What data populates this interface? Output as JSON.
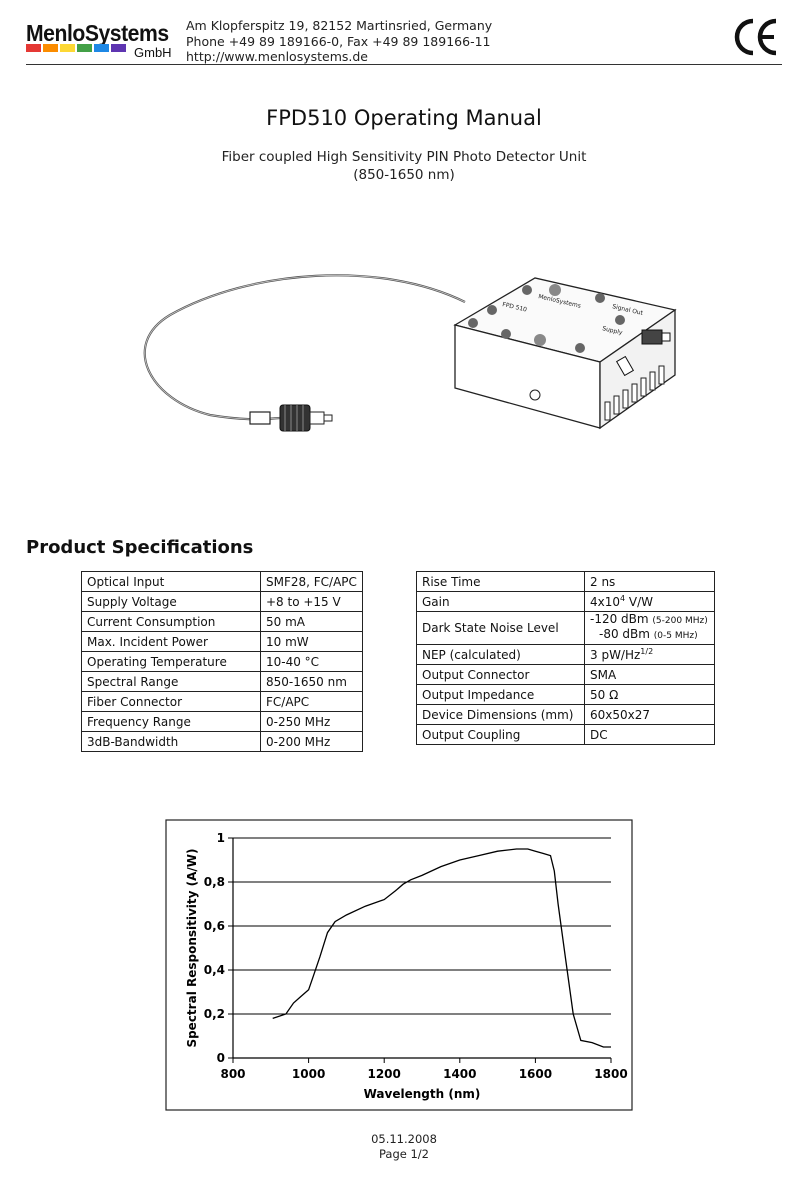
{
  "header": {
    "logo_main": "MenloSystems",
    "logo_sub": "GmbH",
    "address": "Am Klopferspitz 19, 82152 Martinsried, Germany",
    "phone": "Phone +49 89 189166-0, Fax +49 89 189166-11",
    "website": "http://www.menlosystems.de",
    "ce_mark": "CE"
  },
  "title": "FPD510 Operating Manual",
  "subtitle_line1": "Fiber coupled High Sensitivity PIN Photo Detector Unit",
  "subtitle_line2": "(850-1650 nm)",
  "product_image": {
    "device_label": "MenloSystems",
    "model_label": "FPD 510",
    "signal_out_label": "Signal Out",
    "supply_label": "Supply"
  },
  "section_title": "Product Specifications",
  "spec_left": [
    {
      "key": "Optical Input",
      "value": "SMF28, FC/APC"
    },
    {
      "key": "Supply Voltage",
      "value": "+8 to +15 V"
    },
    {
      "key": "Current Consumption",
      "value": "50 mA"
    },
    {
      "key": "Max. Incident Power",
      "value": "10 mW"
    },
    {
      "key": "Operating Temperature",
      "value": "10-40 °C"
    },
    {
      "key": "Spectral Range",
      "value": "850-1650 nm"
    },
    {
      "key": "Fiber Connector",
      "value": "FC/APC"
    },
    {
      "key": "Frequency Range",
      "value": "0-250 MHz"
    },
    {
      "key": "3dB-Bandwidth",
      "value": "0-200 MHz"
    }
  ],
  "spec_right": {
    "rise_time": {
      "key": "Rise Time",
      "value": "2 ns"
    },
    "gain": {
      "key": "Gain",
      "value_main": "4x10",
      "value_exp": "4",
      "value_unit": " V/W"
    },
    "noise": {
      "key": "Dark State Noise Level",
      "value1": "-120 dBm",
      "value1_range": "(5-200 MHz)",
      "value2": "-80 dBm",
      "value2_range": "(0-5 MHz)"
    },
    "nep": {
      "key": "NEP (calculated)",
      "value_main": "3 pW/Hz",
      "value_exp": "1/2"
    },
    "output_connector": {
      "key": "Output Connector",
      "value": "SMA"
    },
    "output_impedance": {
      "key": "Output Impedance",
      "value": "50 Ω"
    },
    "dimensions": {
      "key": "Device Dimensions (mm)",
      "value": "60x50x27"
    },
    "coupling": {
      "key": "Output Coupling",
      "value": "DC"
    }
  },
  "chart_data": {
    "type": "line",
    "xlabel": "Wavelength (nm)",
    "ylabel": "Spectral Responsitivity (A/W)",
    "xlim": [
      800,
      1800
    ],
    "ylim": [
      0,
      1
    ],
    "x_ticks": [
      "800",
      "1000",
      "1200",
      "1400",
      "1600",
      "1800"
    ],
    "y_ticks": [
      "0",
      "0,2",
      "0,4",
      "0,6",
      "0,8",
      "1"
    ],
    "grid": "horizontal",
    "line_color": "#000000",
    "series": [
      {
        "x": [
          905,
          940,
          960,
          980,
          1000,
          1010,
          1030,
          1050,
          1070,
          1100,
          1150,
          1200,
          1230,
          1250,
          1270,
          1300,
          1350,
          1400,
          1450,
          1500,
          1550,
          1580,
          1600,
          1620,
          1640,
          1650,
          1660,
          1680,
          1700,
          1720,
          1750,
          1780,
          1800
        ],
        "y": [
          0.18,
          0.2,
          0.25,
          0.28,
          0.31,
          0.36,
          0.46,
          0.57,
          0.62,
          0.65,
          0.69,
          0.72,
          0.76,
          0.79,
          0.81,
          0.83,
          0.87,
          0.9,
          0.92,
          0.94,
          0.95,
          0.95,
          0.94,
          0.93,
          0.92,
          0.85,
          0.7,
          0.45,
          0.2,
          0.08,
          0.07,
          0.05,
          0.05
        ]
      }
    ]
  },
  "footer": {
    "date": "05.11.2008",
    "page": "Page 1/2"
  }
}
